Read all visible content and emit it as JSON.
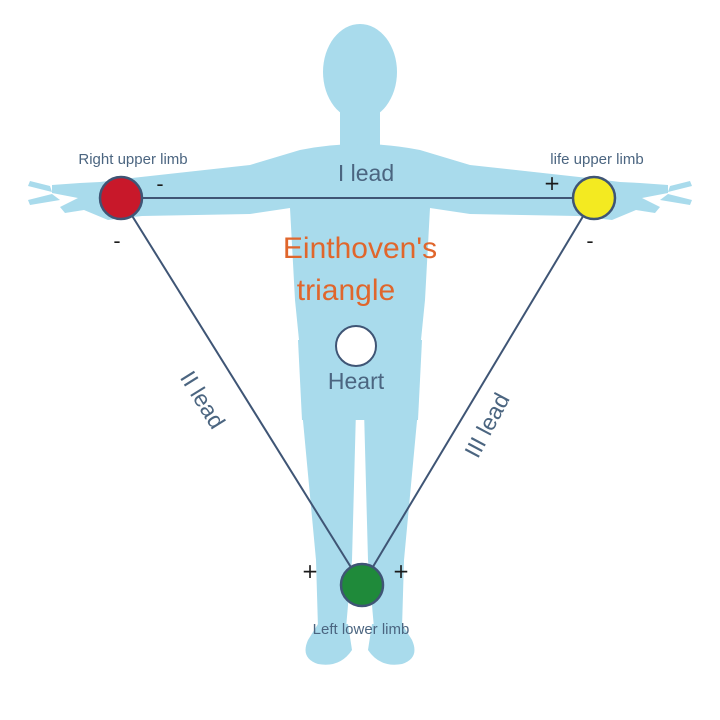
{
  "colors": {
    "body": "#a9dbec",
    "line": "#3f5575",
    "text": "#4b6580",
    "title": "#e0662c",
    "right_upper_limb": "#c8182a",
    "left_upper_limb": "#f3ea21",
    "left_lower_limb": "#1f8a3a",
    "heart": "#ffffff",
    "sign": "#1a1a1a"
  },
  "icons": {
    "body": "human-silhouette-icon"
  },
  "title": {
    "line1": "Einthoven's",
    "line2": "triangle"
  },
  "electrodes": {
    "right_upper": {
      "label": "Right upper limb"
    },
    "left_upper": {
      "label": "life upper limb"
    },
    "left_lower": {
      "label": "Left lower limb"
    }
  },
  "heart": {
    "label": "Heart"
  },
  "leads": {
    "lead_1": "I lead",
    "lead_2": "II lead",
    "lead_3": "III lead"
  },
  "signs": {
    "minus": "-",
    "plus": "+"
  }
}
